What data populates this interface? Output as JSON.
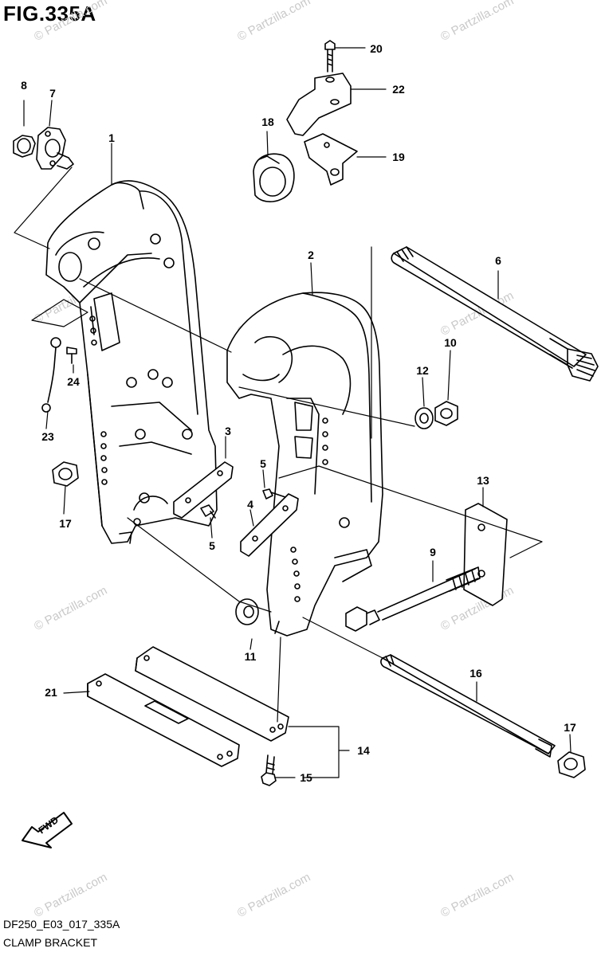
{
  "figure": {
    "title": "FIG.335A",
    "code": "DF250_E03_017_335A",
    "name": "CLAMP BRACKET"
  },
  "watermark": "© Partzilla.com",
  "fwd_label": "FWD",
  "callouts": {
    "c1": "1",
    "c2": "2",
    "c3": "3",
    "c4": "4",
    "c5a": "5",
    "c5b": "5",
    "c6": "6",
    "c7": "7",
    "c8": "8",
    "c9": "9",
    "c10": "10",
    "c11": "11",
    "c12": "12",
    "c13": "13",
    "c14": "14",
    "c15": "15",
    "c16": "16",
    "c17a": "17",
    "c17b": "17",
    "c18": "18",
    "c19": "19",
    "c20": "20",
    "c21": "21",
    "c22": "22",
    "c23": "23",
    "c24": "24"
  }
}
